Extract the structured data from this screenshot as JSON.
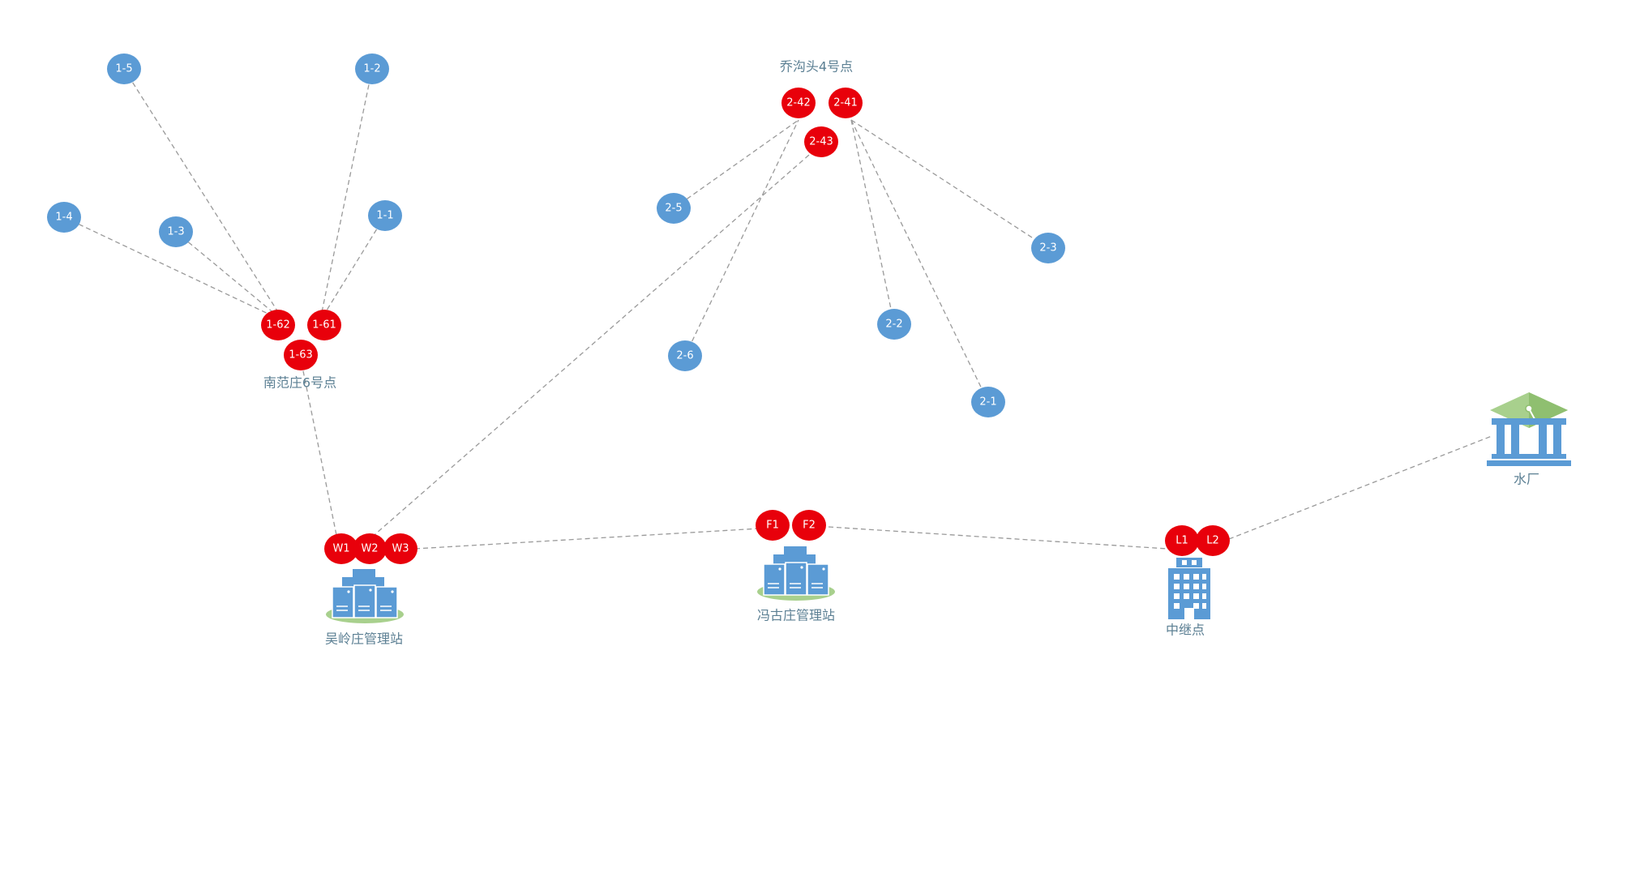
{
  "colors": {
    "field_node": "#5b9bd5",
    "relay_node": "#e8000b",
    "icon_blue": "#5b9bd5",
    "icon_green": "#a8d08d",
    "link": "#9a9a9a",
    "label_text": "#5b7f93"
  },
  "places": {
    "nanfanzhuang": "南范庄6号点",
    "qiaogoutou": "乔沟头4号点",
    "wulingzhuang": "吴岭庄管理站",
    "fengguzhuang": "冯古庄管理站",
    "relay_point": "中继点",
    "water_plant": "水厂"
  },
  "nodes": {
    "n1_5": "1-5",
    "n1_2": "1-2",
    "n1_4": "1-4",
    "n1_3": "1-3",
    "n1_1": "1-1",
    "n1_62": "1-62",
    "n1_61": "1-61",
    "n1_63": "1-63",
    "n2_42": "2-42",
    "n2_41": "2-41",
    "n2_43": "2-43",
    "n2_5": "2-5",
    "n2_3": "2-3",
    "n2_2": "2-2",
    "n2_6": "2-6",
    "n2_1": "2-1",
    "w1": "W1",
    "w2": "W2",
    "w3": "W3",
    "f1": "F1",
    "f2": "F2",
    "l1": "L1",
    "l2": "L2"
  },
  "icons": {
    "wulingzhuang": "server-cluster-icon",
    "fengguzhuang": "server-cluster-icon",
    "relay_point": "office-building-icon",
    "water_plant": "institution-building-icon"
  }
}
